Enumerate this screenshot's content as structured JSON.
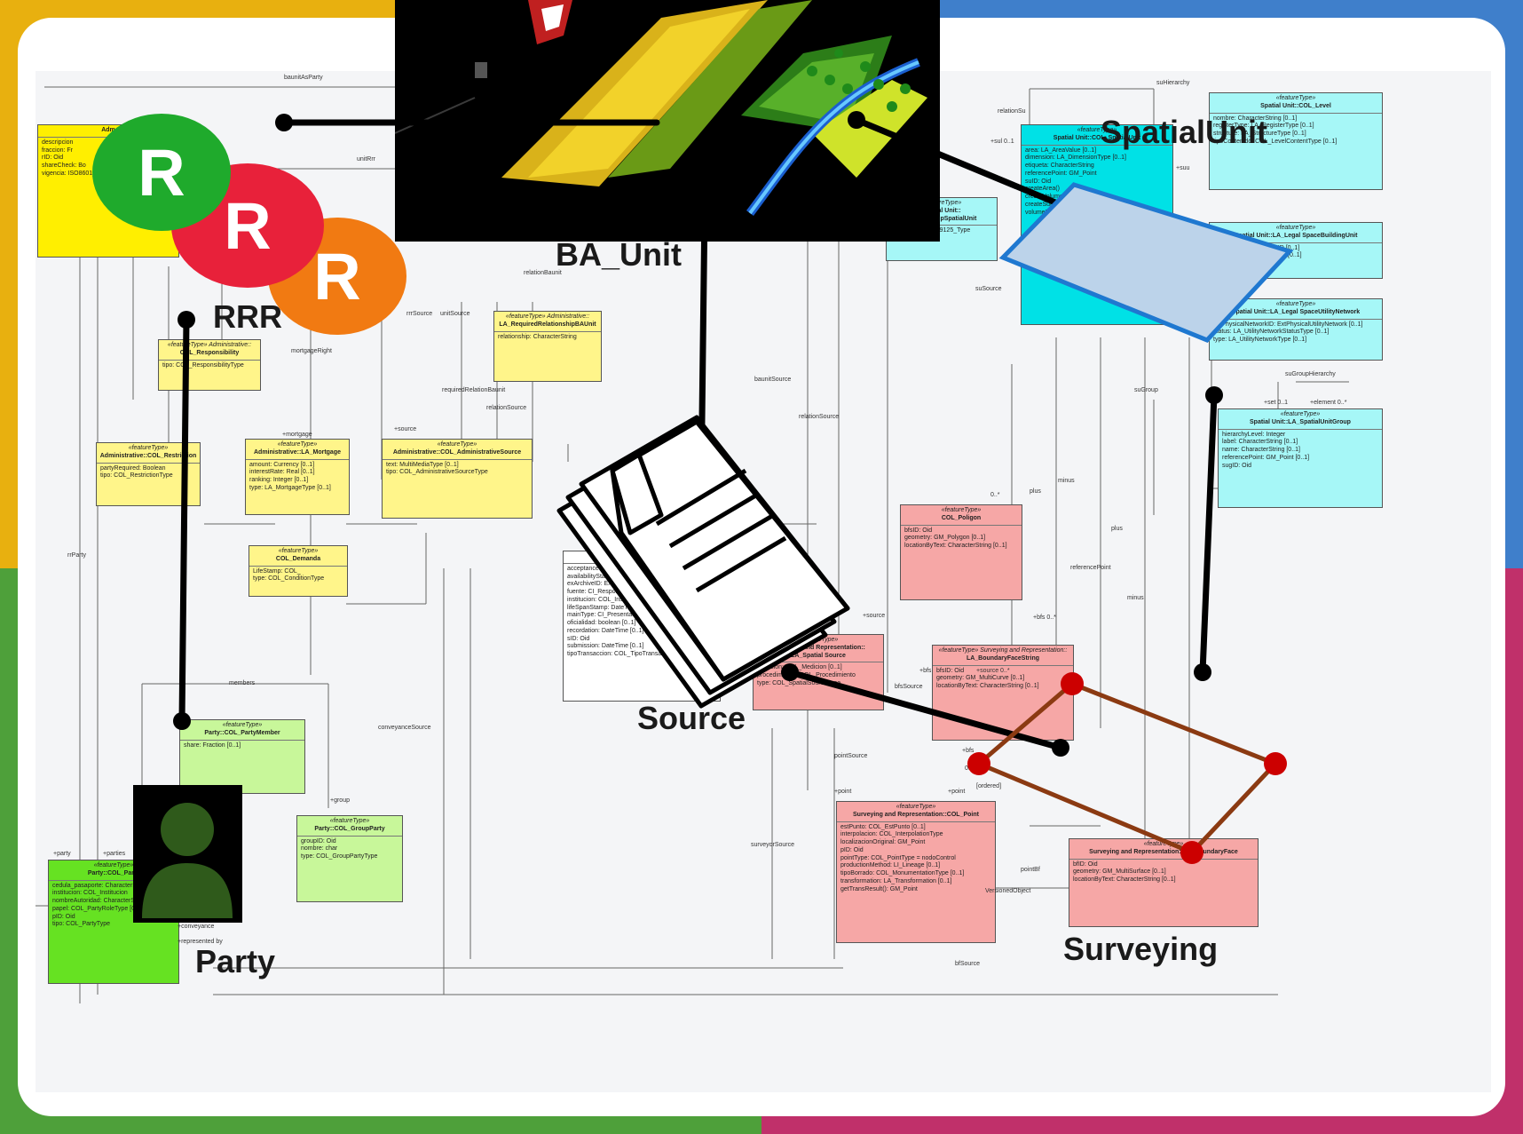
{
  "labels": {
    "spatial_unit": "SpatialUnit",
    "ba_unit": "BA_Unit",
    "rrr": "RRR",
    "source": "Source",
    "party": "Party",
    "surveying": "Surveying"
  },
  "rrr_letters": [
    "R",
    "R",
    "R"
  ],
  "colors": {
    "top_left_frame": "#e8b00f",
    "top_right_frame": "#3f7fcb",
    "bottom_left_frame": "#4ea03a",
    "bottom_right_frame": "#c0306a",
    "r_green": "#1faa2c",
    "r_red": "#e8213a",
    "r_orange": "#f17a12",
    "spatial_parcel_fill": "#bcd3ea",
    "spatial_parcel_stroke": "#1f78d0",
    "survey_line": "#8b3a12",
    "survey_point": "#cc0000"
  },
  "icons": {
    "source": "document-stack-icon",
    "party": "person-silhouette-icon",
    "ba_unit": "landscape-3d-image",
    "spatial_unit": "parcel-polygon-icon",
    "surveying": "survey-polygon-icon"
  },
  "uml": {
    "classes": [
      {
        "id": "admin_rrr",
        "title": "Adm",
        "stereotype": "",
        "attrs": [
          "descripcion",
          "fraccion: Fr",
          "rID: Oid",
          "shareCheck: Bo",
          "vigencia: ISO8601_"
        ]
      },
      {
        "id": "responsibility",
        "title": "COL_Responsibility",
        "stereotype": "«featureType» Administrative::",
        "attrs": [
          "tipo: COL_ResponsibilityType"
        ]
      },
      {
        "id": "restriction",
        "title": "Administrative::COL_Restriction",
        "stereotype": "«featureType»",
        "attrs": [
          "partyRequired: Boolean",
          "tipo: COL_RestrictionType"
        ]
      },
      {
        "id": "mortgage",
        "title": "Administrative::LA_Mortgage",
        "stereotype": "«featureType»",
        "attrs": [
          "amount: Currency [0..1]",
          "interestRate: Real [0..1]",
          "ranking: Integer [0..1]",
          "type: LA_MortgageType [0..1]"
        ]
      },
      {
        "id": "demands",
        "title": "COL_Demanda",
        "stereotype": "«featureType»",
        "attrs": [
          "LifeStamp: COL_",
          "type: COL_ConditionType"
        ]
      },
      {
        "id": "admin_source",
        "title": "Administrative::COL_AdministrativeSource",
        "stereotype": "«featureType»",
        "attrs": [
          "text: MultiMediaType [0..1]",
          "tipo: COL_AdministrativeSourceType"
        ]
      },
      {
        "id": "required_rel",
        "title": "LA_RequiredRelationshipBAUnit",
        "stereotype": "«featureType» Administrative::",
        "attrs": [
          "relationship: CharacterString"
        ]
      },
      {
        "id": "source_white",
        "title": "Source",
        "stereotype": "",
        "attrs": [
          "acceptance",
          "availabilityStatus",
          "exArchiveID: ExI",
          "fuente: CI_ResponsibleParty",
          "institucion: COL_Institucion",
          "lifeSpanStamp: DateTime",
          "mainType: CI_PresentationForm",
          "oficialidad: boolean [0..1]",
          "recordation: DateTime [0..1]",
          "sID: Oid",
          "submission: DateTime [0..1]",
          "tipoTransaccion: COL_TipoTransaccion"
        ]
      },
      {
        "id": "spatial_source",
        "title": "Surveying and Representation:: LA_Spatial Source",
        "stereotype": "«featureType»",
        "attrs": [
          "medicion: COL_Medicion [0..1]",
          "procedimiento: COL_Procedimiento",
          "type: COL_SpatialSourceType"
        ]
      },
      {
        "id": "polygon",
        "title": "COL_Poligon",
        "stereotype": "«featureType»",
        "attrs": [
          "bfsID: Oid",
          "geometry: GM_Polygon [0..1]",
          "locationByText: CharacterString [0..1]"
        ]
      },
      {
        "id": "boundary_string",
        "title": "LA_BoundaryFaceString",
        "stereotype": "«featureType» Surveying and Representation::",
        "attrs": [
          "bfsID: Oid",
          "geometry: GM_MultiCurve [0..1]",
          "locationByText: CharacterString [0..1]"
        ]
      },
      {
        "id": "col_point",
        "title": "Surveying and Representation::COL_Point",
        "stereotype": "«featureType»",
        "attrs": [
          "estPunto: COL_EstPunto [0..1]",
          "interpolacion: COL_InterpolationType",
          "localizacionOriginal: GM_Point",
          "pID: Oid",
          "pointType: COL_PointType = nodoControl",
          "productionMethod: LI_Lineage [0..1]",
          "tipoBorrado: COL_MonumentationType [0..1]",
          "transformation: LA_Transformation [0..1]",
          "getTransResult(): GM_Point"
        ]
      },
      {
        "id": "boundary_face",
        "title": "Surveying and Representation::LA_BoundaryFace",
        "stereotype": "«featureType»",
        "attrs": [
          "bfID: Oid",
          "geometry: GM_MultiSurface [0..1]",
          "locationByText: CharacterString [0..1]"
        ]
      },
      {
        "id": "spatial_unit",
        "title": "Spatial Unit::COL_SpatialUnit",
        "stereotype": "«featureType»",
        "attrs": [
          "area: LA_AreaValue [0..1]",
          "dimension: LA_DimensionType [0..1]",
          "etiqueta: CharacterString",
          "referencePoint: GM_Point",
          "suID: Oid",
          "createArea()",
          "createVolume()",
          "createSurface()",
          "volumeDataset: Boolean"
        ]
      },
      {
        "id": "level",
        "title": "Spatial Unit::COL_Level",
        "stereotype": "«featureType»",
        "attrs": [
          "nombre: CharacterString [0..1]",
          "registerType: LA_RegisterType [0..1]",
          "structure: LA_StructureType [0..1]",
          "tipoContenido: COL_LevelContentType [0..1]"
        ]
      },
      {
        "id": "legal_building",
        "title": "Spatial Unit::LA_Legal SpaceBuildingUnit",
        "stereotype": "«featureType»",
        "attrs": [
          "extPhysicalBuildingUnitID [0..1]",
          "type: LA_BuildingUnitType [0..1]"
        ]
      },
      {
        "id": "legal_network",
        "title": "Spatial Unit::LA_Legal SpaceUtilityNetwork",
        "stereotype": "«featureType»",
        "attrs": [
          "extPhysicalNetworkID: ExtPhysicalUtilityNetwork [0..1]",
          "status: LA_UtilityNetworkStatusType [0..1]",
          "type: LA_UtilityNetworkType [0..1]"
        ]
      },
      {
        "id": "group",
        "title": "Spatial Unit::LA_SpatialUnitGroup",
        "stereotype": "«featureType»",
        "attrs": [
          "hierarchyLevel: Integer",
          "label: CharacterString [0..1]",
          "name: CharacterString [0..1]",
          "referencePoint: GM_Point [0..1]",
          "sugID: Oid"
        ]
      },
      {
        "id": "rel_spatial",
        "title": "Spatial Unit:: RelationshipSpatialUnit",
        "stereotype": "«featureType»",
        "attrs": [
          "relationship: ISO19125_Type"
        ]
      },
      {
        "id": "party_member",
        "title": "Party::COL_PartyMember",
        "stereotype": "«featureType»",
        "attrs": [
          "share: Fraction [0..1]"
        ]
      },
      {
        "id": "group_party",
        "title": "Party::COL_GroupParty",
        "stereotype": "«featureType»",
        "attrs": [
          "groupID: Oid",
          "nombre: char",
          "type: COL_GroupPartyType"
        ]
      },
      {
        "id": "party",
        "title": "Party::COL_Party",
        "stereotype": "«featureType»",
        "attrs": [
          "cedula_pasaporte: CharacterString",
          "institucion: COL_Institucion",
          "nombreAutoridad: CharacterString [0..1]",
          "papel: COL_PartyRoleType [0..1]",
          "pID: Oid",
          "tipo: COL_PartyType"
        ]
      }
    ],
    "relation_labels": [
      "baunitAsParty",
      "unitRrr",
      "relationBaunit",
      "requiredRelationBaunit",
      "relationSource",
      "mortgageRight",
      "+mortgage",
      "rrrSource",
      "unitSource",
      "+source",
      "baunitSource",
      "relationSource",
      "suSource",
      "conveyanceSource",
      "members",
      "+group",
      "rrParty",
      "+party",
      "+parties",
      "+conveyance",
      "+represented by",
      "surveyorSource",
      "pointSource",
      "+point",
      "+point",
      "pointBf",
      "+bfs",
      "+bfs",
      "+bfs 0..*",
      "plus",
      "minus",
      "plus",
      "minus",
      "referencePoint",
      "suGroup",
      "suGroupHierarchy",
      "+set 0..1",
      "+element 0..*",
      "suHierarchy",
      "relationSu",
      "+sul 0..1",
      "+suu",
      "bfSource",
      "bfsSource",
      "+source",
      "+source 0..*",
      "0..*",
      "0..1",
      "[ordered]",
      "VersionedObject"
    ]
  }
}
